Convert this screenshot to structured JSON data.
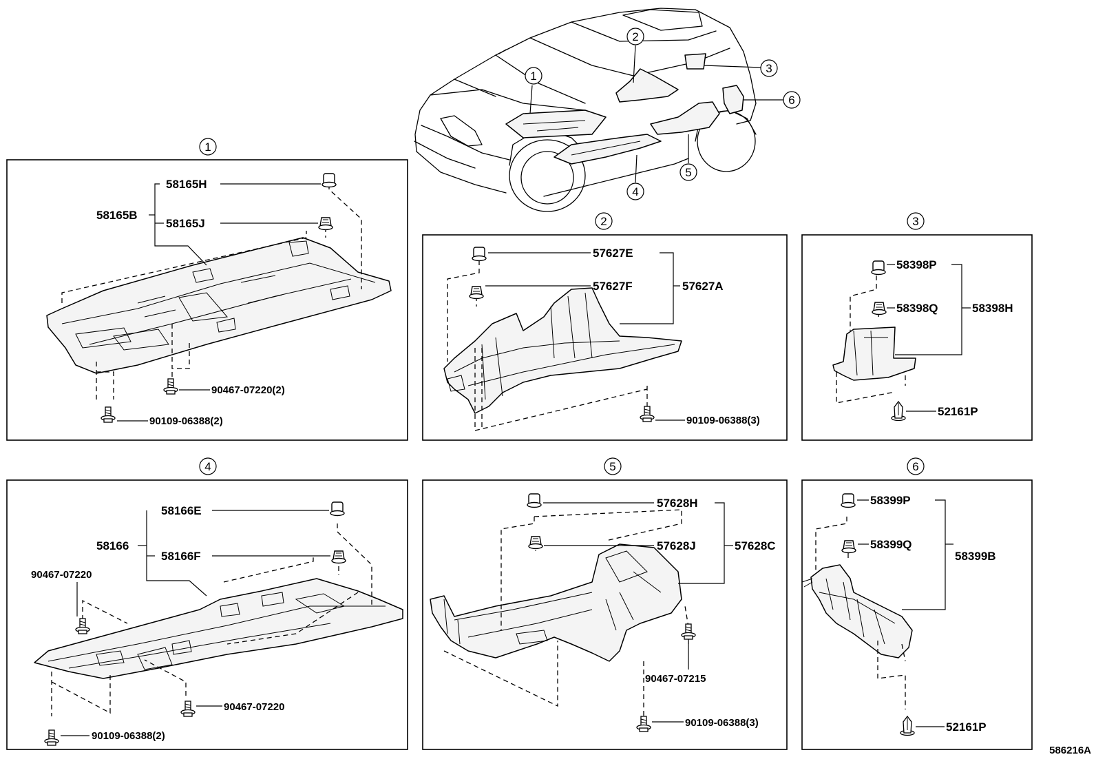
{
  "diagram_code": "586216A",
  "car": {
    "callouts": [
      "1",
      "2",
      "3",
      "4",
      "5",
      "6"
    ]
  },
  "panels": {
    "p1": {
      "number": "1",
      "labels": {
        "a": "58165H",
        "b": "58165B",
        "c": "58165J",
        "d": "90467-07220(2)",
        "e": "90109-06388(2)"
      }
    },
    "p2": {
      "number": "2",
      "labels": {
        "a": "57627E",
        "b": "57627F",
        "c": "57627A",
        "d": "90109-06388(3)"
      }
    },
    "p3": {
      "number": "3",
      "labels": {
        "a": "58398P",
        "b": "58398Q",
        "c": "58398H",
        "d": "52161P"
      }
    },
    "p4": {
      "number": "4",
      "labels": {
        "a": "58166E",
        "b": "58166",
        "c": "58166F",
        "d": "90467-07220",
        "e": "90467-07220",
        "f": "90109-06388(2)"
      }
    },
    "p5": {
      "number": "5",
      "labels": {
        "a": "57628H",
        "b": "57628J",
        "c": "57628C",
        "d": "90467-07215",
        "e": "90109-06388(3)"
      }
    },
    "p6": {
      "number": "6",
      "labels": {
        "a": "58399P",
        "b": "58399Q",
        "c": "58399B",
        "d": "52161P"
      }
    }
  }
}
